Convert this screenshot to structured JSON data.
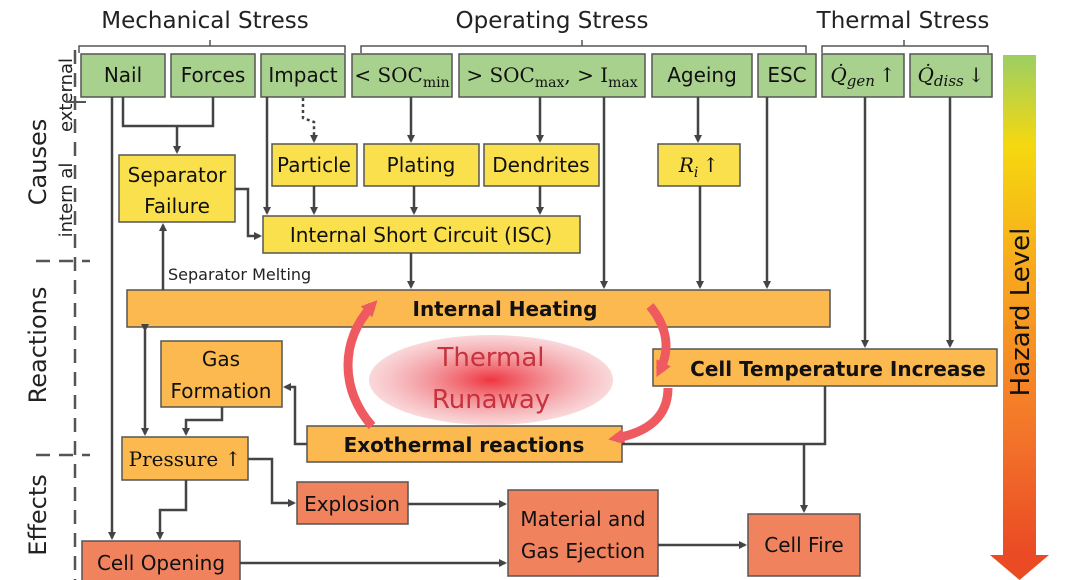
{
  "categories": {
    "mechanical": "Mechanical Stress",
    "operating": "Operating Stress",
    "thermal": "Thermal Stress"
  },
  "phases": {
    "causes": "Causes",
    "external": "external",
    "internal": "intern al",
    "reactions": "Reactions",
    "effects": "Effects"
  },
  "external_causes": {
    "nail": "Nail",
    "forces": "Forces",
    "impact": "Impact",
    "soc_min": {
      "prefix": "< SOC",
      "sub": "min"
    },
    "soc_max": {
      "prefix": "> SOC",
      "sub1": "max",
      "mid": ", > I",
      "sub2": "max"
    },
    "ageing": "Ageing",
    "esc": "ESC",
    "q_gen": {
      "symbol": "Q̇",
      "sub": "gen",
      "arrow": "↑"
    },
    "q_diss": {
      "symbol": "Q̇",
      "sub": "diss",
      "arrow": "↓"
    }
  },
  "internal_causes": {
    "separator_failure": [
      "Separator",
      "Failure"
    ],
    "particle": "Particle",
    "plating": "Plating",
    "dendrites": "Dendrites",
    "ri": {
      "symbol": "R",
      "sub": "i",
      "arrow": "↑"
    },
    "isc": "Internal Short Circuit (ISC)"
  },
  "reactions": {
    "separator_melting": "Separator Melting",
    "internal_heating": "Internal Heating",
    "gas_formation": [
      "Gas",
      "Formation"
    ],
    "thermal_runaway": [
      "Thermal",
      "Runaway"
    ],
    "cell_temperature_increase": "Cell Temperature Increase",
    "pressure": "Pressure ↑",
    "exothermal_reactions": "Exothermal reactions"
  },
  "effects": {
    "explosion": "Explosion",
    "material_gas_ejection": [
      "Material and",
      "Gas Ejection"
    ],
    "cell_fire": "Cell Fire",
    "cell_opening": "Cell Opening"
  },
  "hazard_scale": {
    "label": "Hazard Level",
    "colors": [
      "#9bcf63",
      "#f5d80f",
      "#f8a51e",
      "#f3762a",
      "#ea4a24"
    ]
  },
  "colors": {
    "external": "#a9d18e",
    "internal": "#fbe04e",
    "reaction": "#fbb950",
    "effect": "#f0825e",
    "cycle": "#ee5a5f"
  }
}
